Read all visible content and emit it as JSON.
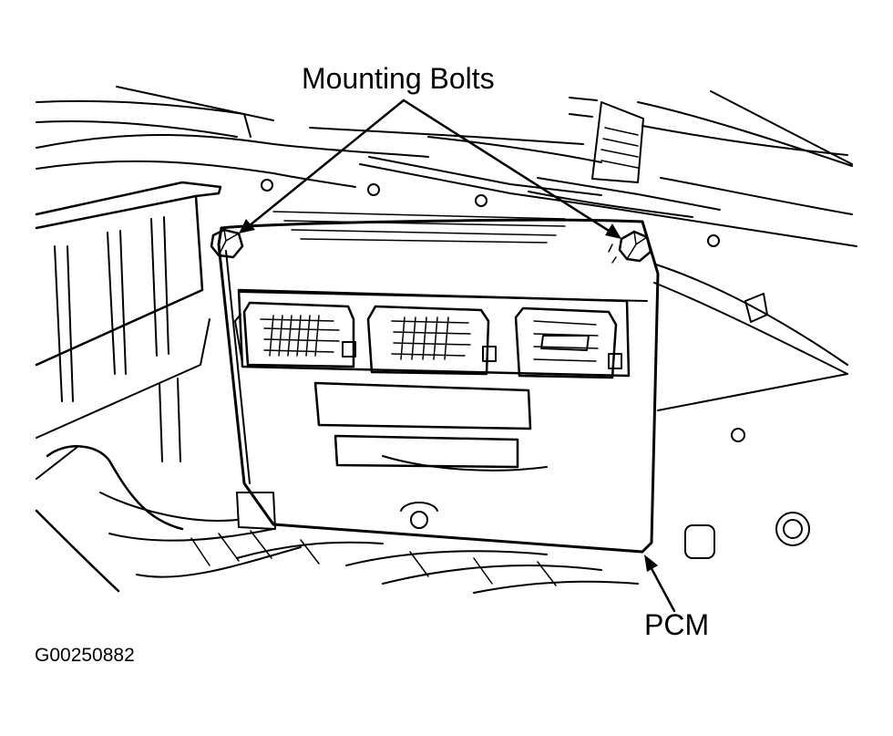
{
  "labels": {
    "mounting_bolts": "Mounting Bolts",
    "pcm": "PCM",
    "figure_id": "G00250882"
  },
  "colors": {
    "line": "#000000",
    "background": "#ffffff"
  }
}
